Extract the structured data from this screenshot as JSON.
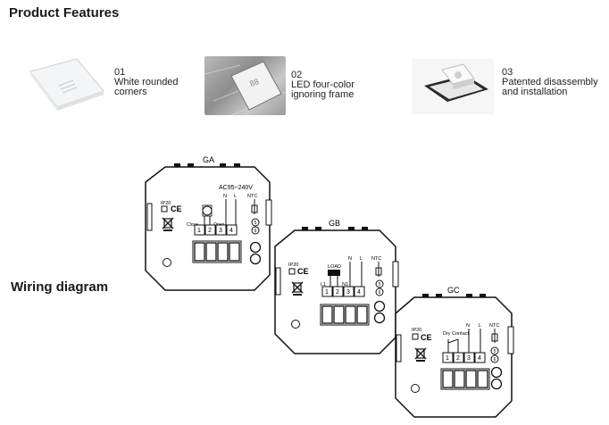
{
  "headings": {
    "features": "Product Features",
    "wiring": "Wiring diagram"
  },
  "features": [
    {
      "num": "01",
      "text": "White rounded\ncorners"
    },
    {
      "num": "02",
      "text": "LED four-color\nignoring frame"
    },
    {
      "num": "03",
      "text": "Patented disassembly\nand installation"
    }
  ],
  "diagrams": {
    "ga": {
      "title": "GA",
      "ip": "IP20",
      "ce": "CE",
      "voltage": "AC95~240V",
      "n": "N",
      "l": "L",
      "ntc": "NTC",
      "close": "Close",
      "open": "Open",
      "terminals": [
        "1",
        "2",
        "3",
        "4"
      ],
      "ntc_terms": [
        "5",
        "6"
      ]
    },
    "gb": {
      "title": "GB",
      "ip": "IP20",
      "ce": "CE",
      "load": "LOAD",
      "l1": "L1",
      "n1": "N1",
      "n": "N",
      "l": "L",
      "ntc": "NTC",
      "terminals": [
        "1",
        "2",
        "3",
        "4"
      ],
      "ntc_terms": [
        "5",
        "6"
      ]
    },
    "gc": {
      "title": "GC",
      "ip": "IP20",
      "ce": "CE",
      "dry": "Dry Contact",
      "n": "N",
      "l": "L",
      "ntc": "NTC",
      "terminals": [
        "1",
        "2",
        "3",
        "4"
      ],
      "ntc_terms": [
        "5",
        "6"
      ]
    }
  }
}
